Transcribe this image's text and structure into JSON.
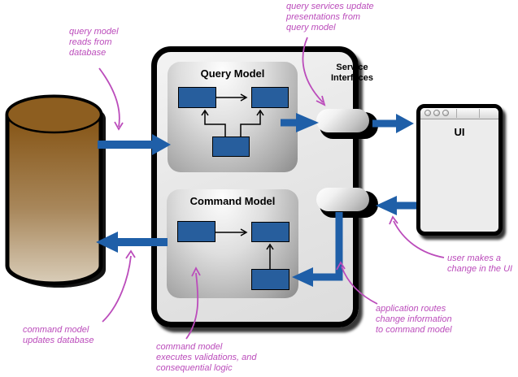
{
  "colors": {
    "arrow_blue": "#1f5fa8",
    "box_blue": "#275e9d",
    "annotation_magenta": "#bb4cbb",
    "cylinder_top": "#82561b",
    "cylinder_bottom": "#d9cdb9",
    "panel_gray_dark": "#8a8a8a",
    "container_fill": "#e9e9e9"
  },
  "panels": {
    "query": {
      "title": "Query Model"
    },
    "command": {
      "title": "Command Model"
    }
  },
  "service_interfaces": {
    "line1": "Service",
    "line2": "Interfaces"
  },
  "ui_window": {
    "label": "UI"
  },
  "annotations": [
    {
      "id": "query-reads",
      "lines": [
        "query model",
        "reads from",
        "database"
      ]
    },
    {
      "id": "query-services-update",
      "lines": [
        "query services update",
        "presentations from",
        "query model"
      ]
    },
    {
      "id": "user-change",
      "lines": [
        "user makes a",
        "change in the UI"
      ]
    },
    {
      "id": "app-routes",
      "lines": [
        "application routes",
        "change information",
        "to command model"
      ]
    },
    {
      "id": "command-validations",
      "lines": [
        "command model",
        "executes validations, and",
        "consequential logic"
      ]
    },
    {
      "id": "command-updates",
      "lines": [
        "command model",
        "updates database"
      ]
    }
  ]
}
